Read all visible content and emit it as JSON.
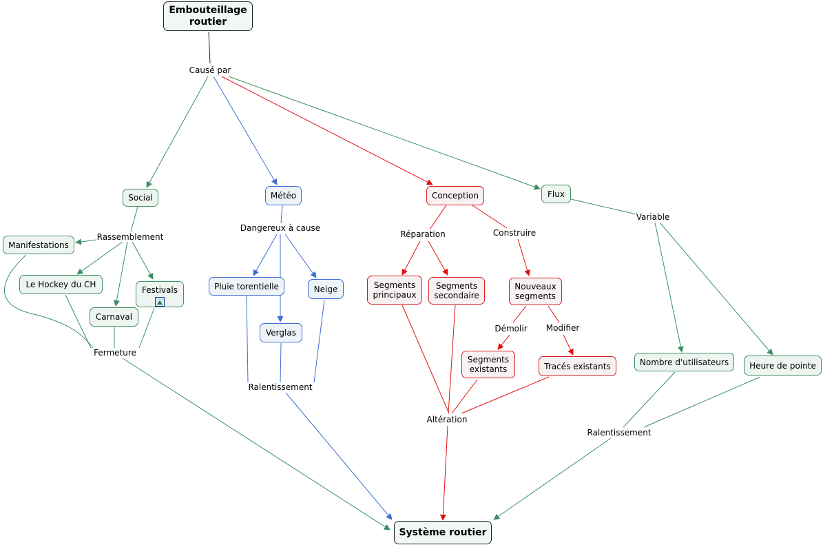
{
  "colors": {
    "green": "#3b8f63",
    "blue": "#3d6bd6",
    "red": "#d81c1c",
    "black": "#222222"
  },
  "nodes": {
    "embouteillage": "Embouteillage\nroutier",
    "social": "Social",
    "meteo": "Météo",
    "conception": "Conception",
    "flux": "Flux",
    "manifestations": "Manifestations",
    "hockey": "Le Hockey du CH",
    "festivals": "Festivals",
    "carnaval": "Carnaval",
    "pluie": "Pluie torentielle",
    "neige": "Neige",
    "verglas": "Verglas",
    "segments_principaux": "Segments\nprincipaux",
    "segments_secondaire": "Segments\nsecondaire",
    "nouveaux_segments": "Nouveaux\nsegments",
    "segments_existants": "Segments\nexistants",
    "traces_existants": "Tracés existants",
    "nombre_utilisateurs": "Nombre d'utilisateurs",
    "heure_pointe": "Heure de pointe",
    "systeme_routier": "Système routier"
  },
  "links": {
    "cause_par": "Causé par",
    "rassemblement": "Rassemblement",
    "fermeture": "Fermeture",
    "dangereux": "Dangereux à cause",
    "ralentissement_meteo": "Ralentissement",
    "reparation": "Réparation",
    "construire": "Construire",
    "demolir": "Démolir",
    "modifier": "Modifier",
    "alteration": "Altération",
    "variable": "Variable",
    "ralentissement_flux": "Ralentissement"
  },
  "icons": {
    "festivals_attachment": "image-icon"
  }
}
